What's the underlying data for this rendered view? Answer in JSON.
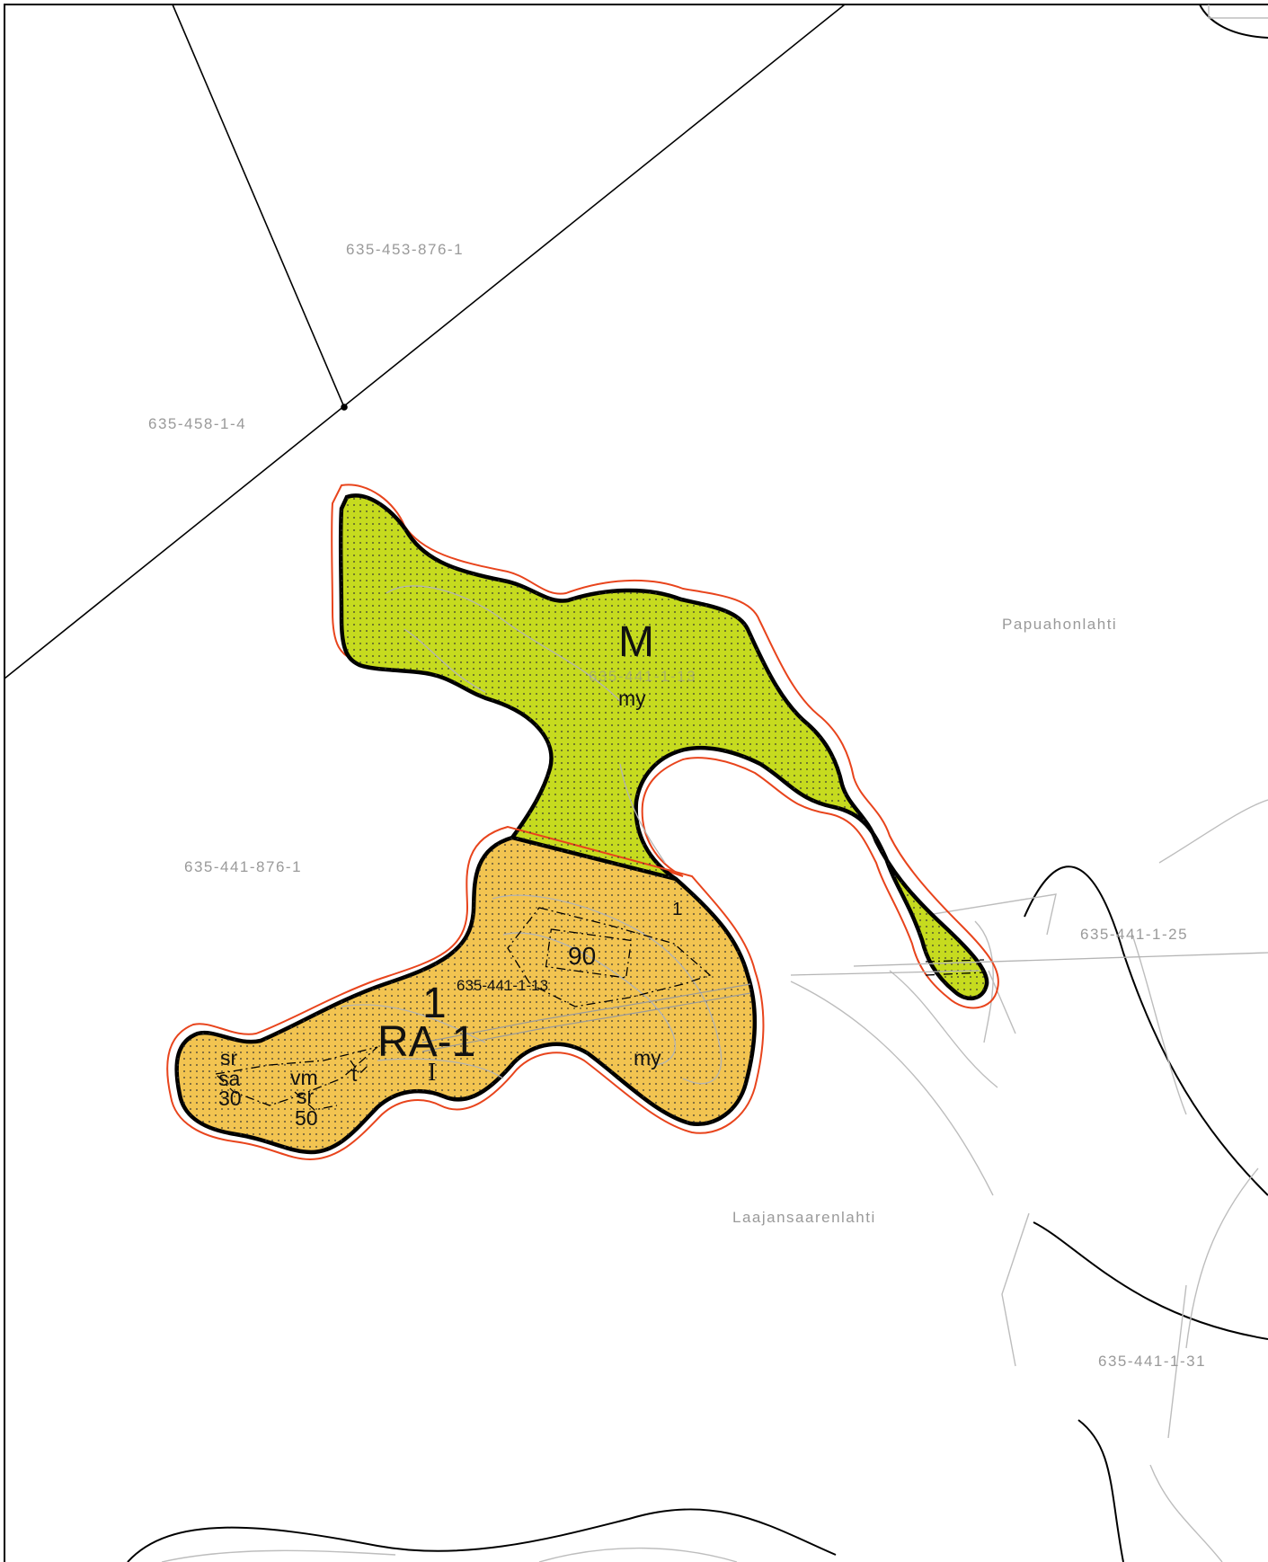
{
  "colors": {
    "zone_m": "#c6db1f",
    "zone_ra": "#f2c451",
    "boundary_red": "#e8441c",
    "parcel_text": "#9a9a9a",
    "lines": "#000000",
    "contours": "#b4b4b4"
  },
  "parcels": {
    "p1": "635-453-876-1",
    "p2": "635-458-1-4",
    "p3": "635-441-876-1",
    "p4": "635-441-1-25",
    "p5": "635-441-1-31",
    "p6": "635-441-1-13",
    "p7": "635-441-1-13"
  },
  "waters": {
    "w1": "Papuahonlahti",
    "w2": "Laajansaarenlahti"
  },
  "zone_m": {
    "code": "M",
    "sub": "my"
  },
  "zone_ra": {
    "number": "1",
    "code": "RA-1",
    "floors": "I",
    "sub": "my",
    "building_area": "90",
    "corner_mark": "1"
  },
  "markings": {
    "sr1": "sr",
    "sa": "sa",
    "n30": "30",
    "vm": "vm",
    "sr2": "sr",
    "n50": "50",
    "t": "t"
  }
}
